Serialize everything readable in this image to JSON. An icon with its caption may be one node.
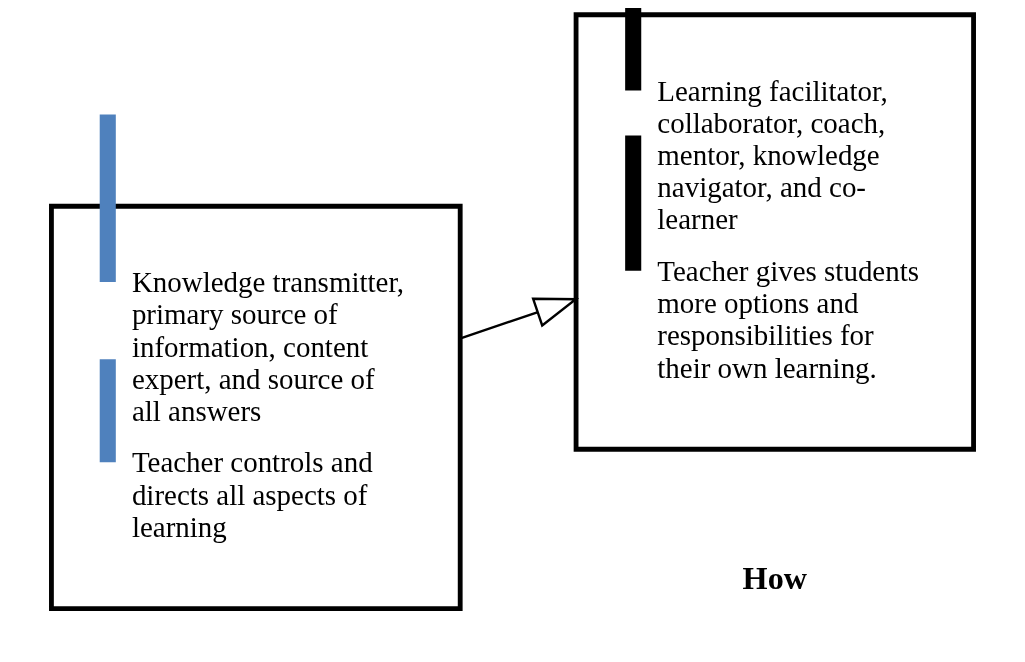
{
  "diagram": {
    "nodes": [
      {
        "text": [
          "Knowledge transmitter, primary source of information, content expert, and source of all answers",
          "Teacher controls and directs all aspects of learning"
        ]
      },
      {
        "text": [
          "Learning facilitator, collaborator, coach, mentor, knowledge navigator, and co-learner",
          "Teacher gives students more options and responsibilities for their own learning."
        ]
      }
    ],
    "edges": [
      {
        "from": 0,
        "to": 1,
        "arrow": "to"
      }
    ],
    "labels": [
      "How"
    ]
  }
}
